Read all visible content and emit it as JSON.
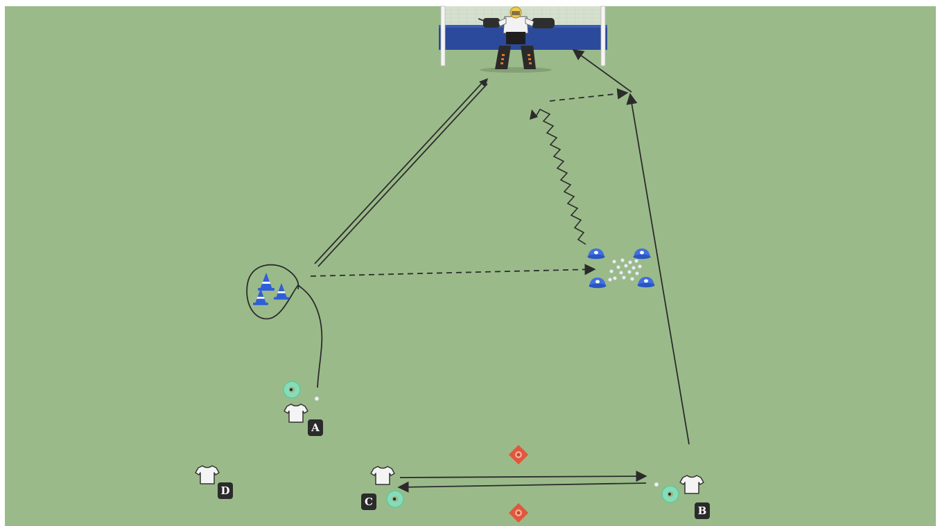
{
  "colors": {
    "grass": "#9bba8a",
    "line": "#2b2b2b",
    "cone_blue": "#2f5fd6",
    "marker_green": "#7fd8b4",
    "marker_red": "#e2573c",
    "net_blue": "#2c4a9c"
  },
  "players": [
    {
      "id": "A",
      "label": "A"
    },
    {
      "id": "B",
      "label": "B"
    },
    {
      "id": "C",
      "label": "C"
    },
    {
      "id": "D",
      "label": "D"
    }
  ],
  "icons": {
    "goalkeeper": "goalkeeper-icon",
    "goal": "goal-net-icon",
    "cone": "cone-icon",
    "disc": "disc-cone-icon",
    "ball": "ball-icon",
    "shirt": "shirt-icon",
    "marker": "marker-icon"
  }
}
